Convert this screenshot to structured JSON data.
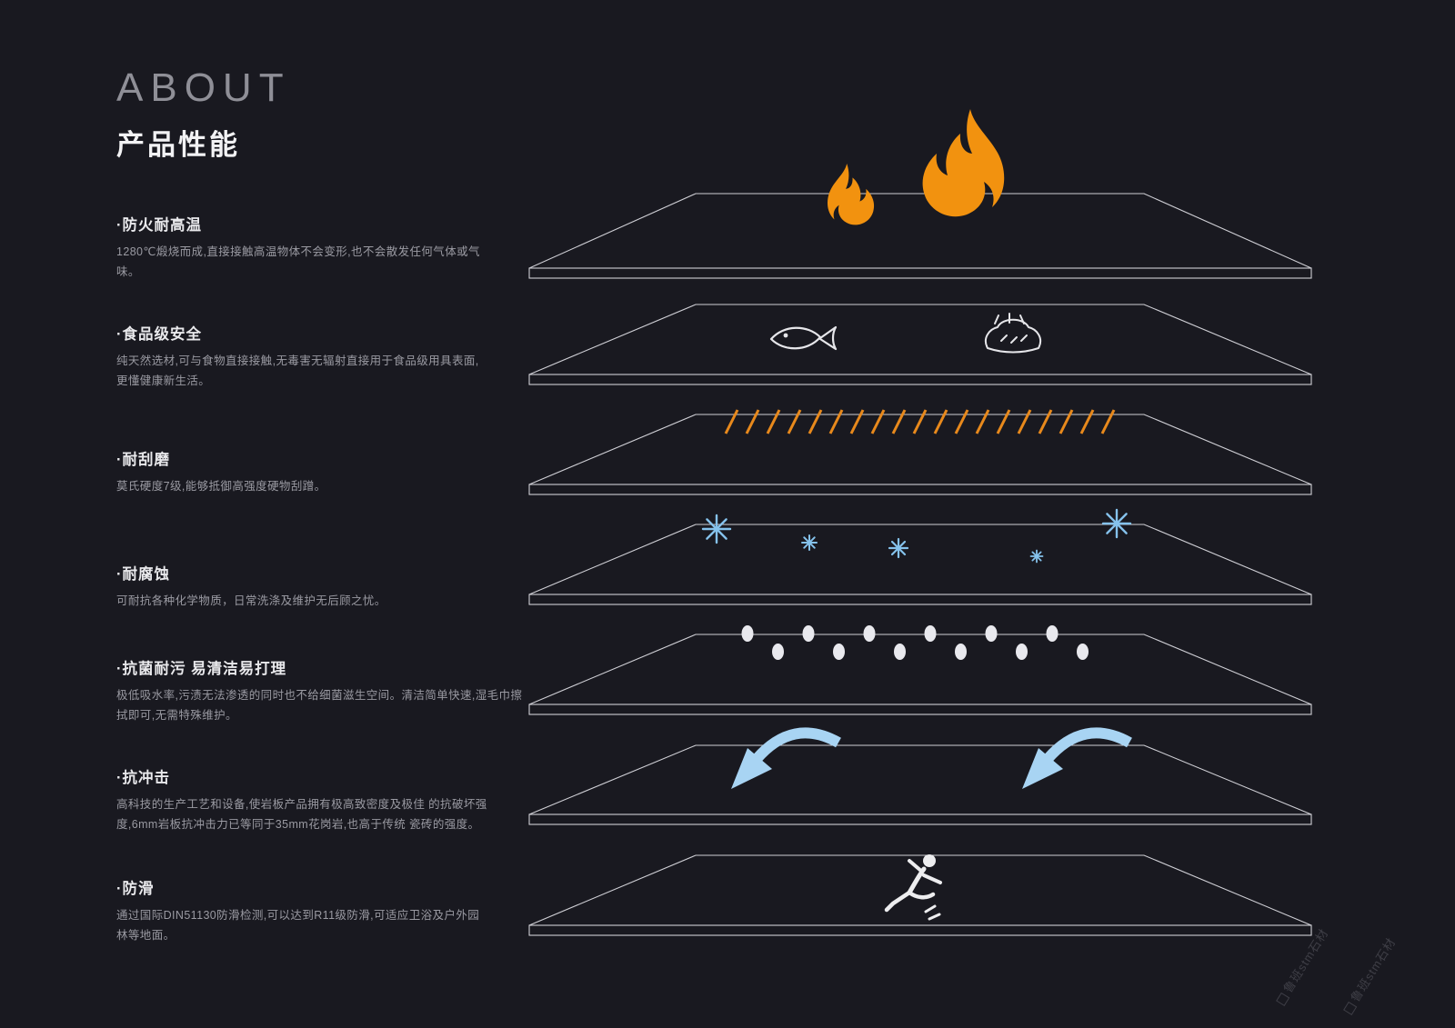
{
  "page": {
    "title_en": "ABOUT",
    "title_zh": "产品性能"
  },
  "features": [
    {
      "title": "·防火耐高温",
      "desc": "1280℃煅烧而成,直接接触高温物体不会变形,也不会散发任何气体或气味。"
    },
    {
      "title": "·食品级安全",
      "desc": "纯天然选材,可与食物直接接触,无毒害无辐射直接用于食品级用具表面,更懂健康新生活。"
    },
    {
      "title": "·耐刮磨",
      "desc": "莫氏硬度7级,能够抵御高强度硬物刮蹭。"
    },
    {
      "title": "·耐腐蚀",
      "desc": "可耐抗各种化学物质，日常洗涤及维护无后顾之忧。"
    },
    {
      "title": "·抗菌耐污 易清洁易打理",
      "desc": "极低吸水率,污渍无法渗透的同时也不给细菌滋生空间。清洁简单快速,湿毛巾擦拭即可,无需特殊维护。"
    },
    {
      "title": "·抗冲击",
      "desc": "高科技的生产工艺和设备,使岩板产品拥有极高致密度及极佳 的抗破坏强度,6mm岩板抗冲击力已等同于35mm花岗岩,也高于传统 瓷砖的强度。"
    },
    {
      "title": "·防滑",
      "desc": "通过国际DIN51130防滑检测,可以达到R11级防滑,可适应卫浴及户外园林等地面。"
    }
  ],
  "diagram": {
    "layers": [
      {
        "name": "fire-resistance",
        "icon": "flame-icon"
      },
      {
        "name": "food-safe",
        "icon": "fish-and-bread-icons"
      },
      {
        "name": "scratch-resistance",
        "icon": "scratch-marks-icon"
      },
      {
        "name": "corrosion-resistance",
        "icon": "snowflake-icons"
      },
      {
        "name": "antibacterial",
        "icon": "droplet-dots-icon"
      },
      {
        "name": "impact-resistance",
        "icon": "bounce-arrows-icon"
      },
      {
        "name": "anti-slip",
        "icon": "slipping-person-icon"
      }
    ]
  },
  "watermark": {
    "text": "鲁班stm石材"
  },
  "colors": {
    "background": "#191920",
    "flame": "#F2920F",
    "scratch": "#E8891C",
    "snowflake": "#85C2EC",
    "arrow": "#A8D4F3",
    "slab_outline": "#CFCFD5",
    "text_primary": "#E9E9EC",
    "text_secondary": "#9A9AA2"
  }
}
